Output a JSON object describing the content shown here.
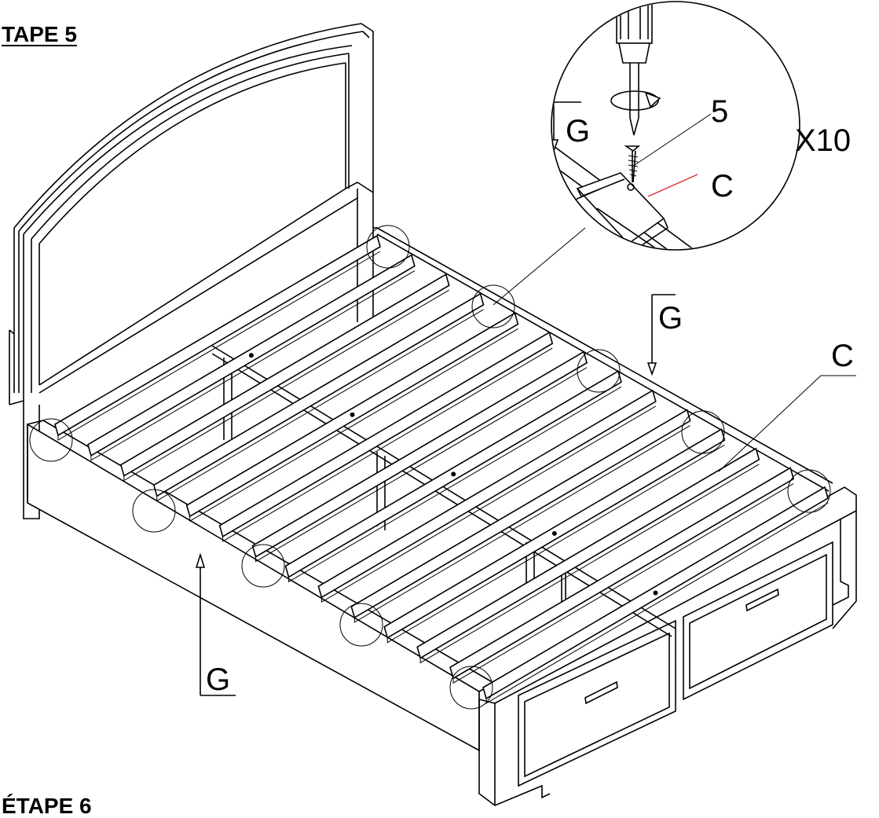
{
  "headings": {
    "step_current": "TAPE 5",
    "step_next": "ÉTAPE 6"
  },
  "labels": {
    "part_rail": "G",
    "part_slat": "C",
    "screw_number": "5",
    "quantity": "X10"
  },
  "colors": {
    "line": "#000000",
    "callout_accent": "#e0282f",
    "background": "#ffffff"
  },
  "icons": {
    "screwdriver": "screwdriver-icon",
    "rotation": "rotate-clockwise-icon",
    "screw": "screw-icon"
  }
}
